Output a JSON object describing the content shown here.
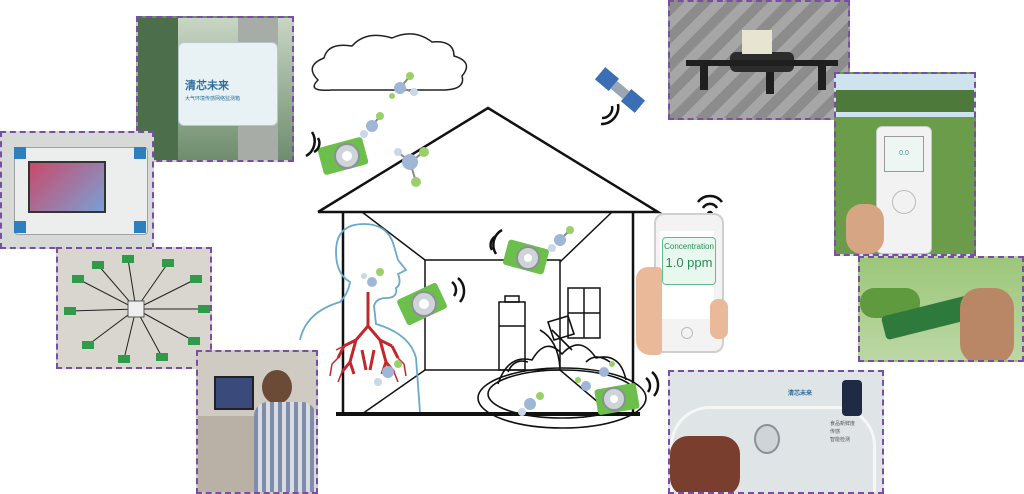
{
  "phone": {
    "label": "Concentration",
    "value": "1.0 ppm"
  },
  "monitor_box": {
    "logo_text": "清芯未来",
    "sub_text": "大气环境传感网络监测箱"
  },
  "smart_box": {
    "logo_text": "清芯未来",
    "line1": "食品新鲜度",
    "line2": "传感",
    "line3": "智能检测"
  },
  "handheld": {
    "screen_value": "0.0"
  },
  "colors": {
    "frame_border": "#7a4fa3",
    "lung_red": "#c0282c",
    "body_outline": "#6aa9c8",
    "phone_screen_bg": "#e9f8ef",
    "phone_border": "#5cbf8a"
  }
}
